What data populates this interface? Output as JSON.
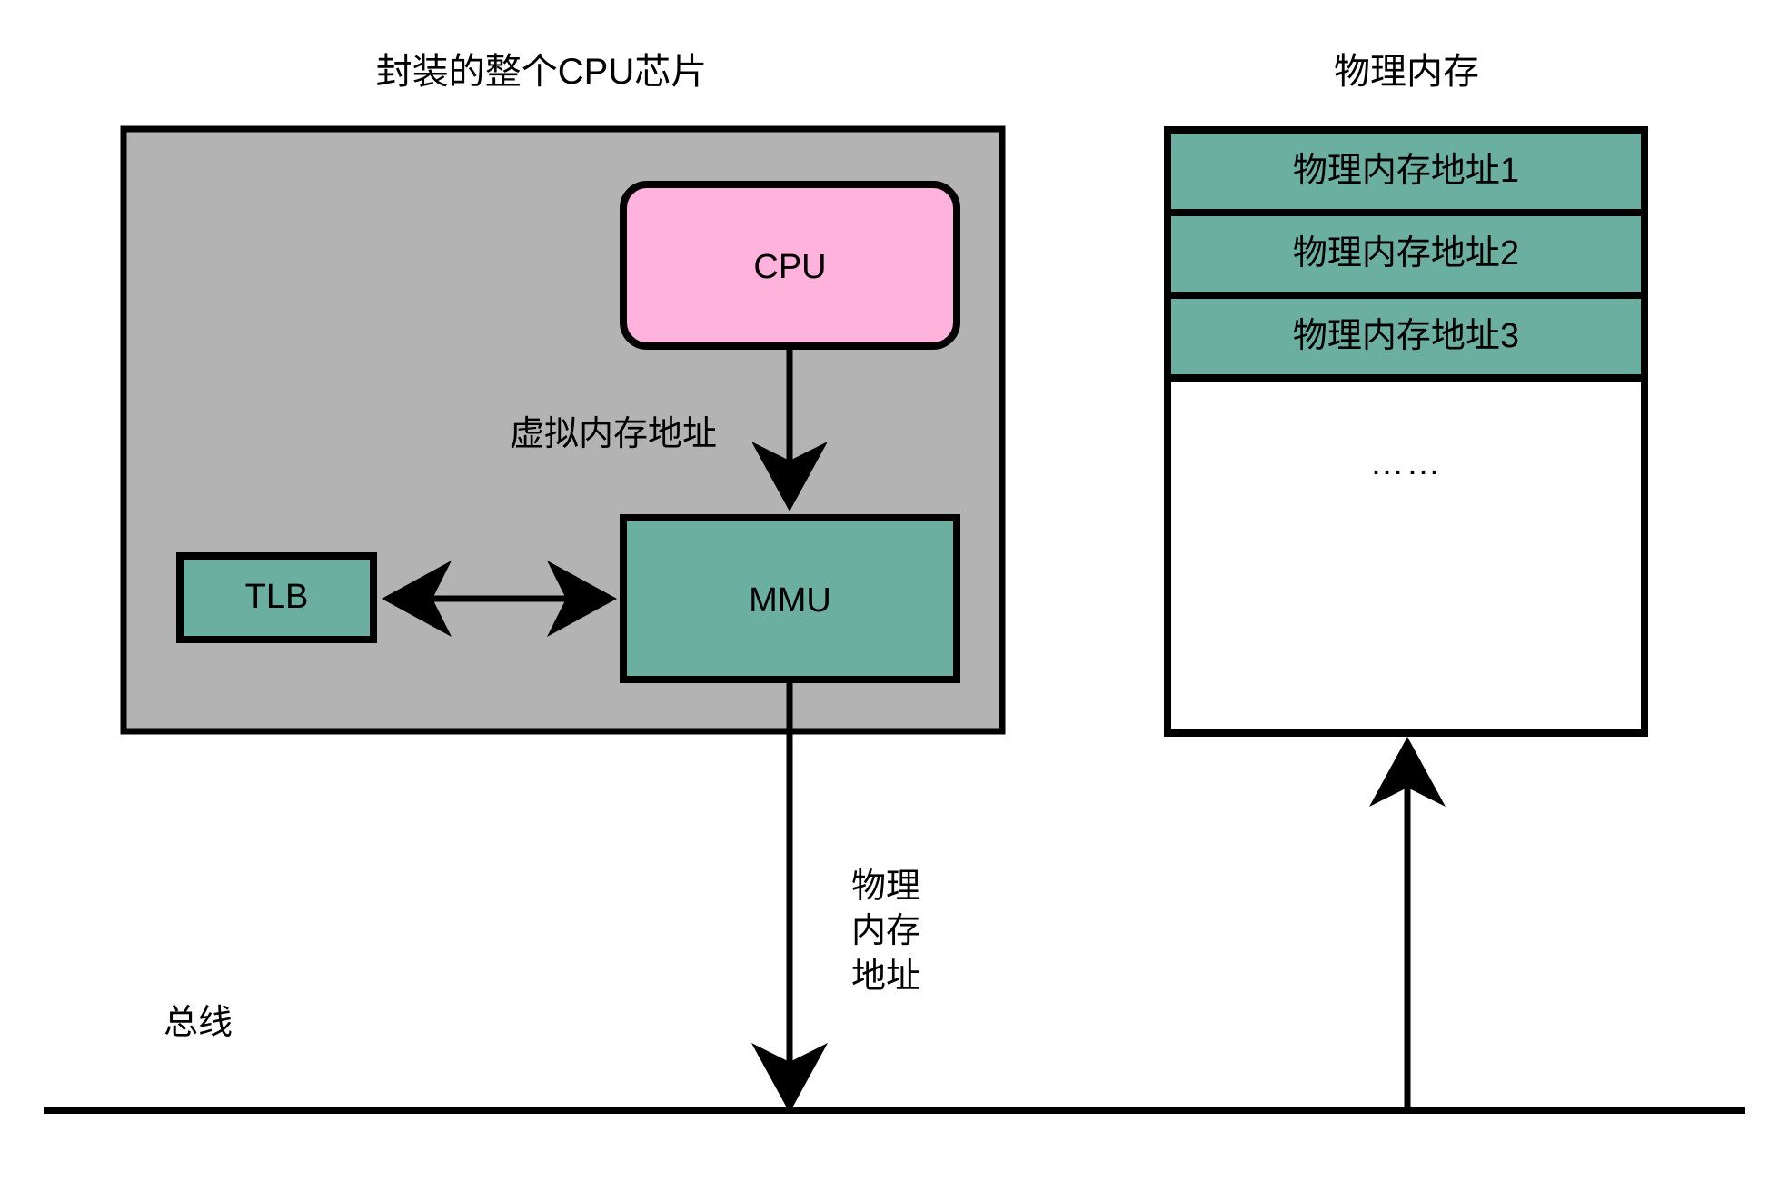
{
  "diagram": {
    "type": "block-diagram",
    "background": "#ffffff",
    "colors": {
      "chip_fill": "#b3b3b3",
      "cpu_fill": "#ffb3dc",
      "unit_fill": "#6bafa0",
      "memory_fill": "#6bafa0",
      "memory_empty_fill": "#ffffff",
      "stroke": "#000000",
      "text": "#000000"
    }
  },
  "titles": {
    "chip": "封装的整个CPU芯片",
    "memory": "物理内存"
  },
  "chip": {
    "cpu_label": "CPU",
    "tlb_label": "TLB",
    "mmu_label": "MMU"
  },
  "edges": {
    "cpu_to_mmu_label": "虚拟内存地址",
    "mmu_to_bus_label": "物理\n内存\n地址",
    "tlb_mmu_label": ""
  },
  "memory": {
    "slots": [
      {
        "label": "物理内存地址1",
        "filled": true
      },
      {
        "label": "物理内存地址2",
        "filled": true
      },
      {
        "label": "物理内存地址3",
        "filled": true
      }
    ],
    "ellipsis": "……"
  },
  "bus": {
    "label": "总线"
  }
}
